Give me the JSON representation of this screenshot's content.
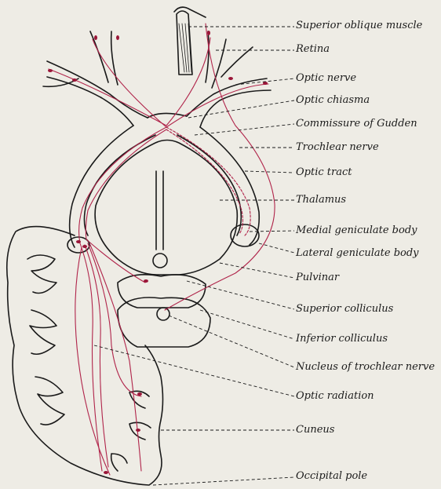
{
  "labels": {
    "superior_oblique": "Superior oblique muscle",
    "retina": "Retina",
    "optic_nerve": "Optic nerve",
    "optic_chiasma": "Optic chiasma",
    "commissure_gudden": "Commissure of Gudden",
    "trochlear_nerve": "Trochlear nerve",
    "optic_tract": "Optic tract",
    "thalamus": "Thalamus",
    "medial_geniculate": "Medial geniculate body",
    "lateral_geniculate": "Lateral geniculate body",
    "pulvinar": "Pulvinar",
    "superior_colliculus": "Superior colliculus",
    "inferior_colliculus": "Inferior colliculus",
    "nucleus_trochlear": "Nucleus of trochlear nerve",
    "optic_radiation": "Optic radiation",
    "cuneus": "Cuneus",
    "occipital_pole": "Occipital pole"
  },
  "colors": {
    "background": "#eeece5",
    "outline": "#1a1a1a",
    "fiber": "#b0244a",
    "cell": "#9a1638"
  }
}
